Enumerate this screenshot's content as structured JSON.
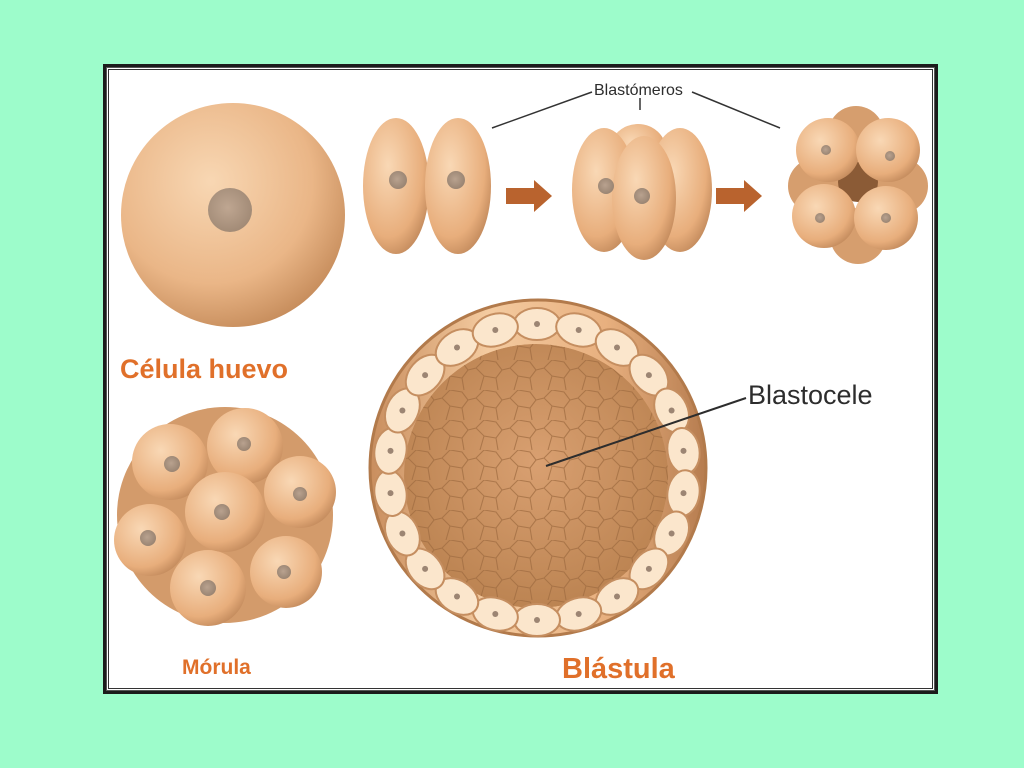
{
  "labels": {
    "egg": "Célula huevo",
    "morula": "Mórula",
    "blastula": "Blástula",
    "blastomeres": "Blastómeros",
    "blastocoel": "Blastocele"
  },
  "colors": {
    "background": "#9dfccb",
    "panel": "#ffffff",
    "cell_light": "#f6cfa4",
    "cell_mid": "#e0a776",
    "cell_dark": "#b07a4d",
    "nucleus": "#a58e7c",
    "label_orange": "#e0702a",
    "arrow": "#b9632e"
  },
  "icons": [
    "arrow-right-icon",
    "arrow-right-icon"
  ]
}
